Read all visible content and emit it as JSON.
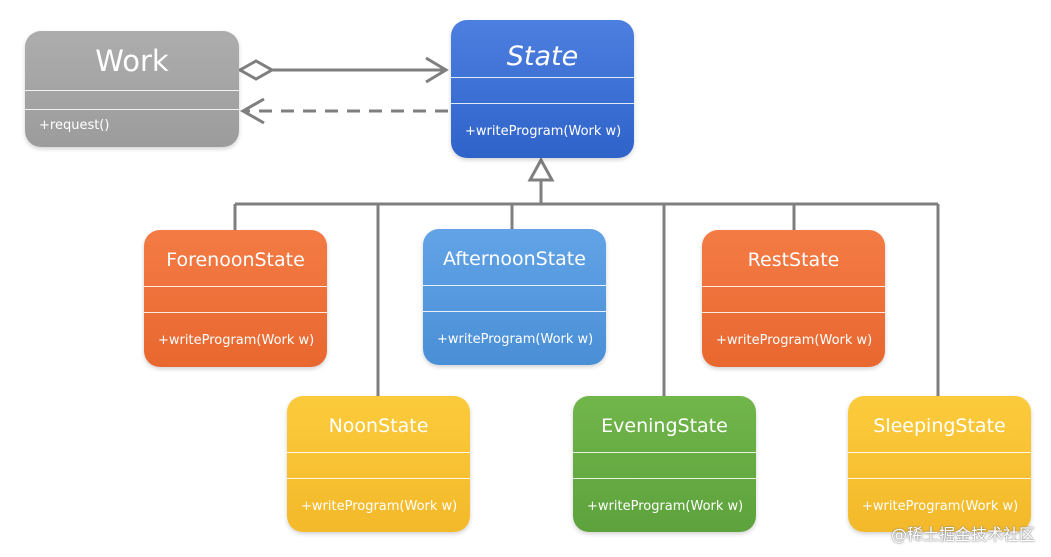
{
  "diagram": {
    "classes": {
      "work": {
        "name": "Work",
        "operation": "+request()"
      },
      "state": {
        "name": "State",
        "operation": "+writeProgram(Work w)"
      },
      "forenoon": {
        "name": "ForenoonState",
        "operation": "+writeProgram(Work w)"
      },
      "noon": {
        "name": "NoonState",
        "operation": "+writeProgram(Work w)"
      },
      "afternoon": {
        "name": "AfternoonState",
        "operation": "+writeProgram(Work w)"
      },
      "evening": {
        "name": "EveningState",
        "operation": "+writeProgram(Work w)"
      },
      "rest": {
        "name": "RestState",
        "operation": "+writeProgram(Work w)"
      },
      "sleeping": {
        "name": "SleepingState",
        "operation": "+writeProgram(Work w)"
      }
    },
    "colors": {
      "context": "#a5a5a5",
      "abstract_state": "#3a6fd4",
      "orange_state": "#ee7038",
      "light_blue_state": "#5598de",
      "yellow_state": "#f6bf31",
      "green_state": "#65ab43",
      "connector": "#7f7f7f"
    }
  },
  "watermark": "@稀土掘金技术社区"
}
